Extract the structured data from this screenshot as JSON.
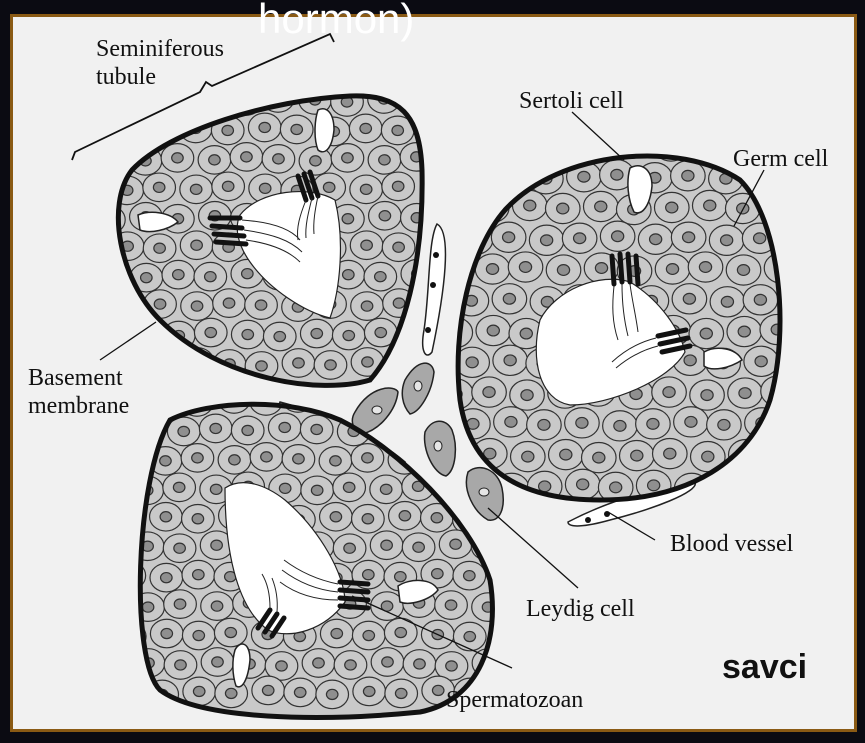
{
  "slide": {
    "overlay_title": "hormon)",
    "watermark": "savci"
  },
  "labels": {
    "seminiferous_line1": "Seminiferous",
    "seminiferous_line2": "tubule",
    "sertoli": "Sertoli cell",
    "germ": "Germ cell",
    "basement_line1": "Basement",
    "basement_line2": "membrane",
    "blood_vessel": "Blood vessel",
    "leydig": "Leydig cell",
    "spermatozoan": "Spermatozoan"
  },
  "colors": {
    "frame_border": "#8a5a14",
    "panel_bg": "#f1f1f1",
    "cell_fill": "#c9c9c9",
    "nucleus_fill": "#8f8f8f",
    "tubule_outline": "#111111",
    "lumen_fill": "#ffffff",
    "interstitial_fill": "#d8d8d8"
  }
}
